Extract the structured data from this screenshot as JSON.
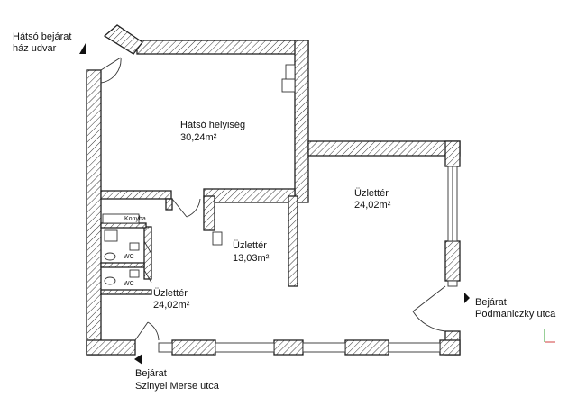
{
  "rooms": {
    "back_room": {
      "name": "Hátsó helyiség",
      "area": "30,24m²"
    },
    "shop_right": {
      "name": "Üzlettér",
      "area": "24,02m²"
    },
    "shop_middle": {
      "name": "Üzlettér",
      "area": "13,03m²"
    },
    "shop_bottom": {
      "name": "Üzlettér",
      "area": "24,02m²"
    },
    "kitchen": {
      "name": "Konyha"
    },
    "wc_top": {
      "name": "WC"
    },
    "wc_bottom": {
      "name": "WC"
    }
  },
  "entrances": {
    "back": {
      "line1": "Hátsó bejárat",
      "line2": "ház udvar"
    },
    "right": {
      "line1": "Bejárat",
      "line2": "Podmaniczky utca"
    },
    "bottom": {
      "line1": "Bejárat",
      "line2": "Szinyei Merse utca"
    }
  },
  "icons": [
    "entrance-arrow-icon",
    "axis-indicator-icon"
  ],
  "colors": {
    "axis_x": "#d04040",
    "axis_y": "#30a030"
  }
}
